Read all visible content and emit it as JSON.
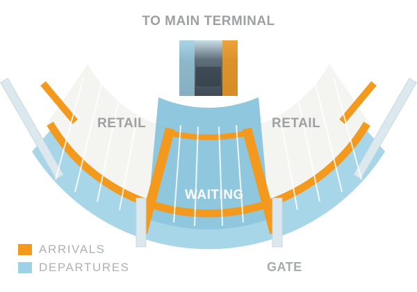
{
  "labels": {
    "top": "TO MAIN TERMINAL",
    "retail_left": "RETAIL",
    "retail_right": "RETAIL",
    "waiting": "WAITING",
    "gate": "GATE"
  },
  "legend": [
    {
      "label": "ARRIVALS",
      "color": "#f2991e"
    },
    {
      "label": "DEPARTURES",
      "color": "#9dd1e6"
    }
  ],
  "colors": {
    "arrivals": "#f2991e",
    "departures": "#9dd1e6",
    "retail": "#f3f3ef",
    "core": "#4d5a66"
  }
}
